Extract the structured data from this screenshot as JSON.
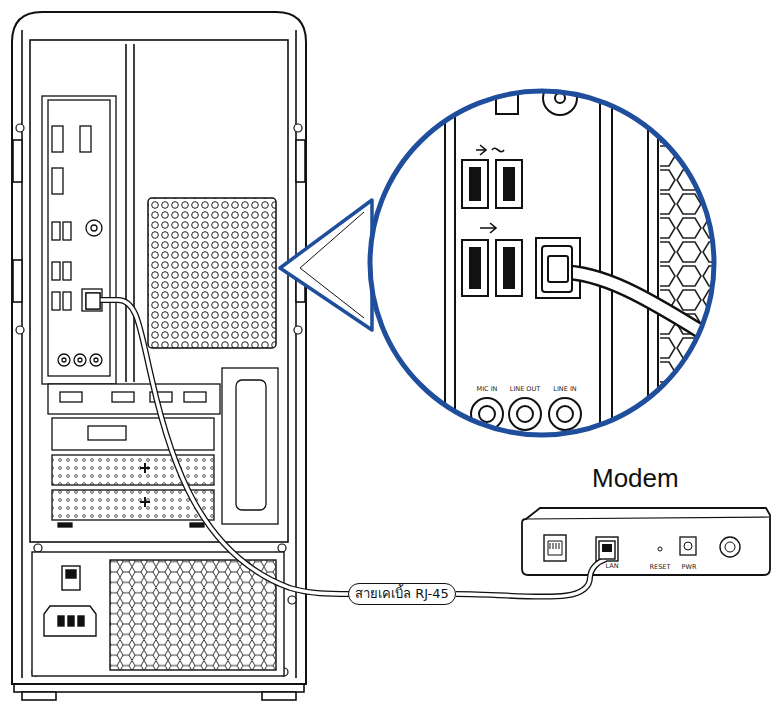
{
  "diagram": {
    "nodes": [
      {
        "text": [
          "Modem"
        ]
      },
      {
        "text": [
          "สายเคเบิ้ล RJ-45"
        ]
      }
    ],
    "edges": [
      {
        "from": 1,
        "to": 0,
        "arrow": "none"
      }
    ],
    "labels": [
      "MIC IN",
      "LINE OUT",
      "LINE IN",
      "LAN",
      "RESET",
      "PWR"
    ]
  }
}
